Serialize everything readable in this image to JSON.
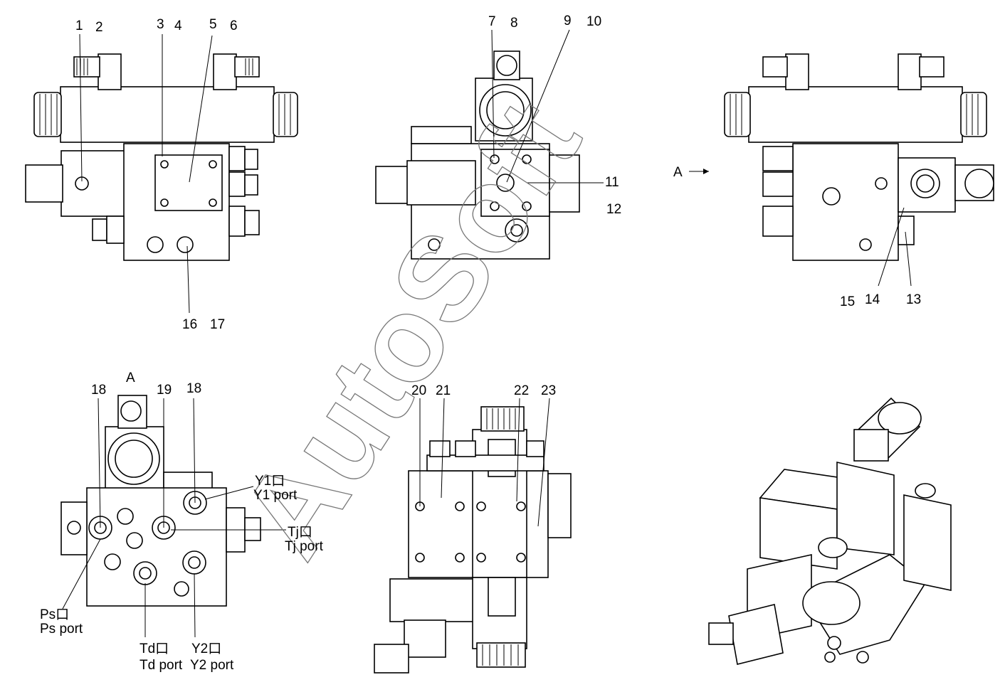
{
  "watermark": "AutoSoft",
  "view_a_label": "A",
  "view_a_arrow_label": "A",
  "callouts": [
    "1",
    "2",
    "3",
    "4",
    "5",
    "6",
    "7",
    "8",
    "9",
    "10",
    "11",
    "12",
    "13",
    "14",
    "15",
    "16",
    "17",
    "18",
    "19",
    "18",
    "20",
    "21",
    "22",
    "23"
  ],
  "ports": {
    "y1": {
      "code": "Y1口",
      "name": "Y1 port"
    },
    "tj": {
      "code": "Tj口",
      "name": "Tj port"
    },
    "ps": {
      "code": "Ps口",
      "name": "Ps port"
    },
    "td": {
      "code": "Td口",
      "name": "Td port"
    },
    "y2": {
      "code": "Y2口",
      "name": "Y2 port"
    }
  }
}
